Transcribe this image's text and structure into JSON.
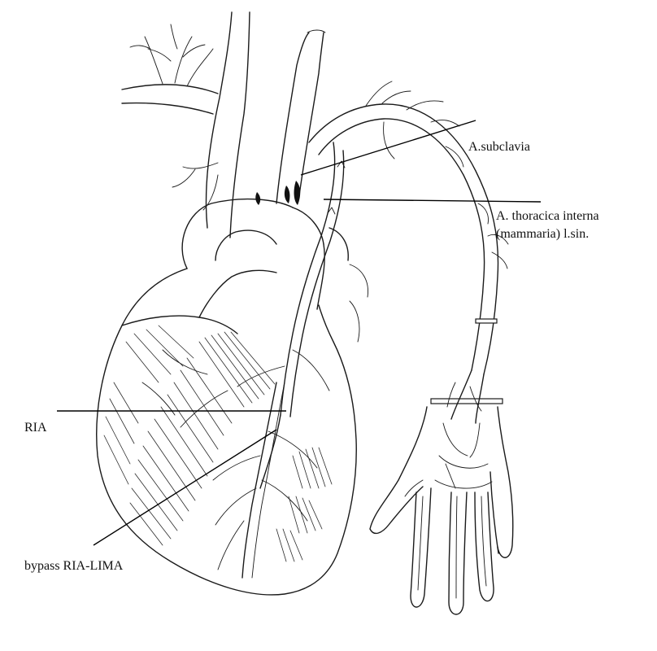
{
  "labels": {
    "subclavia": "A.subclavia",
    "thoracica_line1": "A. thoracica interna",
    "thoracica_line2": "(mammaria) l.sin.",
    "ria": "RIA",
    "bypass": "bypass RIA-LIMA"
  }
}
